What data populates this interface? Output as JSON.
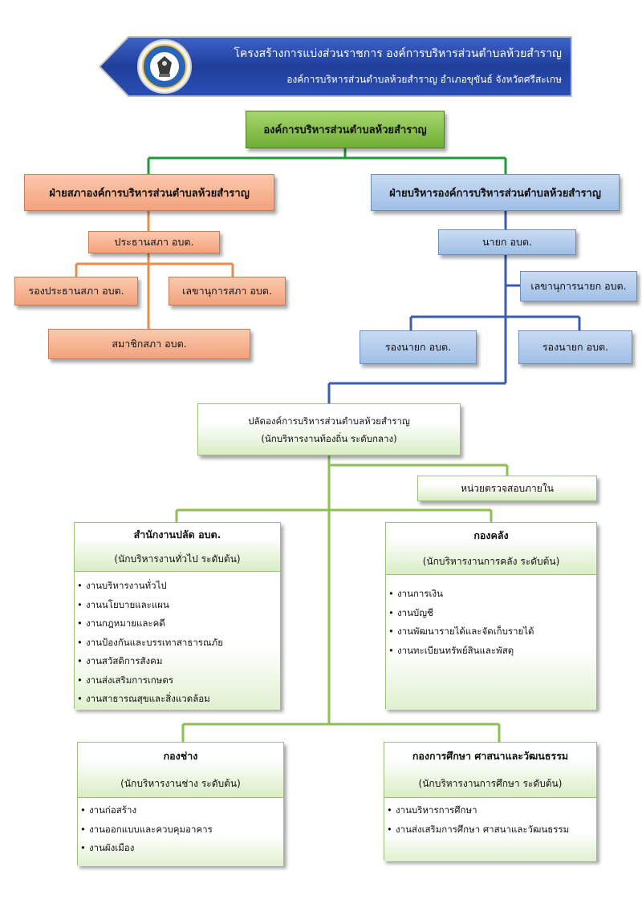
{
  "header": {
    "title": "โครงสร้างการแบ่งส่วนราชการ องค์การบริหารส่วนตำบลห้วยสำราญ",
    "subtitle": "องค์การบริหารส่วนตำบลห้วยสำราญ อำเภอขุขันธ์ จังหวัดศรีสะเกษ",
    "seal": "emblem"
  },
  "top": "องค์การบริหารส่วนตำบลห้วยสำราญ",
  "council": {
    "head": "ฝ่ายสภาองค์การบริหารส่วนตำบลห้วยสำราญ",
    "president": "ประธานสภา อบต.",
    "vice_president": "รองประธานสภา อบต.",
    "secretary": "เลขานุการสภา อบต.",
    "members": "สมาชิกสภา อบต."
  },
  "executive": {
    "head": "ฝ่ายบริหารองค์การบริหารส่วนตำบลห้วยสำราญ",
    "mayor": "นายก อบต.",
    "secretary": "เลขานุการนายก อบต.",
    "deputy1": "รองนายก อบต.",
    "deputy2": "รองนายก อบต."
  },
  "clerk": {
    "line1": "ปลัดองค์การบริหารส่วนตำบลห้วยสำราญ",
    "line2": "(นักบริหารงานท้องถิ่น ระดับกลาง)"
  },
  "audit": "หน่วยตรวจสอบภายใน",
  "departments": {
    "office": {
      "title": "สำนักงานปลัด อบต.",
      "level": "(นักบริหารงานทั่วไป ระดับต้น)",
      "items": [
        "งานบริหารงานทั่วไป",
        "งานนโยบายและแผน",
        "งานกฎหมายและคดี",
        "งานป้องกันและบรรเทาสาธารณภัย",
        "งานสวัสดิการสังคม",
        "งานส่งเสริมการเกษตร",
        "งานสาธารณสุขและสิ่งแวดล้อม"
      ]
    },
    "finance": {
      "title": "กองคลัง",
      "level": "(นักบริหารงานการคลัง ระดับต้น)",
      "items": [
        "งานการเงิน",
        "งานบัญชี",
        "งานพัฒนารายได้และจัดเก็บรายได้",
        "งานทะเบียนทรัพย์สินและพัสดุ"
      ]
    },
    "engineering": {
      "title": "กองช่าง",
      "level": "(นักบริหารงานช่าง ระดับต้น)",
      "items": [
        "งานก่อสร้าง",
        "งานออกแบบและควบคุมอาคาร",
        "งานผังเมือง"
      ]
    },
    "education": {
      "title": "กองการศึกษา ศาสนาและวัฒนธรรม",
      "level": "(นักบริหารงานการศึกษา ระดับต้น)",
      "items": [
        "งานบริหารการศึกษา",
        "งานส่งเสริมการศึกษา ศาสนาและวัฒนธรรม"
      ]
    }
  },
  "colors": {
    "banner": "#1f3f9a",
    "green_line": "#8cc152",
    "orange_line": "#e78b4f",
    "blue_line": "#3c5ba8",
    "top_line": "#1f9a3a"
  }
}
